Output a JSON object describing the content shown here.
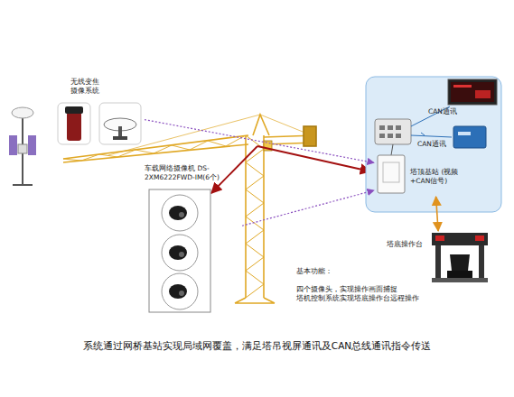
{
  "diagram": {
    "caption": "系统通过网桥基站实现局域网覆盖，满足塔吊视屏通讯及CAN总线通讯指令传送",
    "nodes": [
      {
        "text": [
          "无线变焦 摄像系统"
        ]
      },
      {
        "text": [
          "车载网络摄像机 DS-2XM6222FWD-IM(6个)"
        ]
      },
      {
        "text": [
          "塔顶基站 (视频+CAN信号)"
        ]
      },
      {
        "text": [
          "塔底操作台"
        ]
      }
    ],
    "edges": [
      {
        "from": 0,
        "to": 2,
        "arrow": "to"
      },
      {
        "from": 1,
        "to": 2,
        "arrow": "to"
      },
      {
        "from": 2,
        "to": 3,
        "arrow": "both"
      }
    ],
    "labels": [
      "CAN通讯",
      "CAN通讯",
      "基本功能：",
      "四个摄像头，实现操作画面捕捉",
      "塔机控制系统实现塔底操作台远程操作"
    ]
  }
}
